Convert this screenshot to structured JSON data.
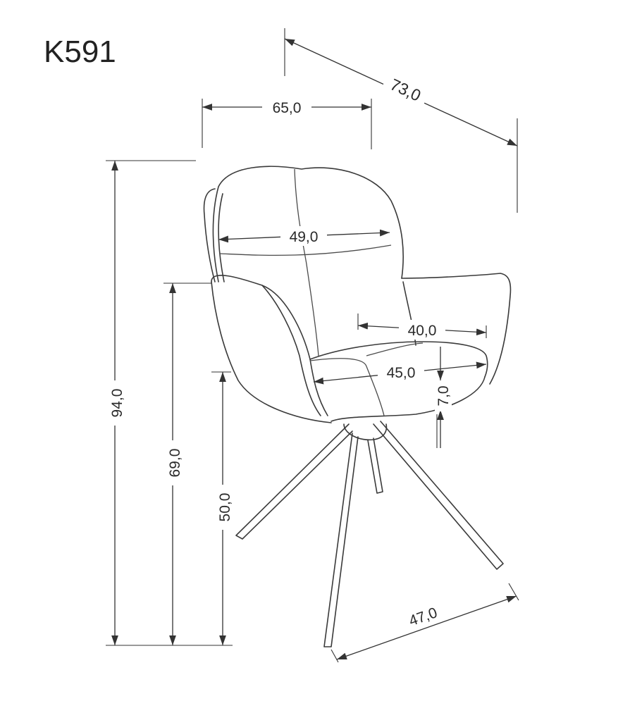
{
  "title": "K591",
  "dimensions": {
    "width": "65,0",
    "depth_diagonal": "73,0",
    "backrest_width": "49,0",
    "seat_depth": "40,0",
    "seat_width": "45,0",
    "seat_thickness": "7,0",
    "total_height": "94,0",
    "armrest_height": "69,0",
    "seat_height": "50,0",
    "base_width": "47,0"
  },
  "colors": {
    "line": "#333333",
    "background": "#ffffff"
  }
}
